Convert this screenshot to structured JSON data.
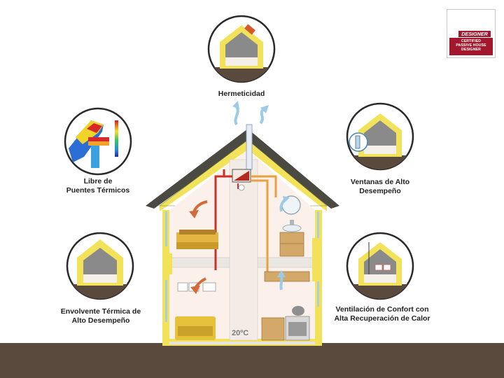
{
  "labels": {
    "airtight": "Hermeticidad",
    "thermal_bridges_l1": "Libre de",
    "thermal_bridges_l2": "Puentes Térmicos",
    "windows_l1": "Ventanas de Alto",
    "windows_l2": "Desempeño",
    "envelope_l1": "Envolvente Térmica de",
    "envelope_l2": "Alto Desempeño",
    "ventilation_l1": "Ventilación de Confort con",
    "ventilation_l2": "Alta Recuperación de Calor",
    "temperature": "20ºC"
  },
  "logo": {
    "brand": "DESIGNER",
    "line1": "CERTIFIED",
    "line2": "PASSIVE HOUSE",
    "line3": "DESIGNER"
  },
  "colors": {
    "insulation": "#f2e25a",
    "roof": "#4a4a42",
    "ground": "#5a4a3e",
    "interior": "#fbf1ea",
    "supply_duct": "#e8a040",
    "extract_duct": "#c8302a",
    "air_arrow": "#9ccbe8",
    "logo_red": "#a3172c"
  }
}
